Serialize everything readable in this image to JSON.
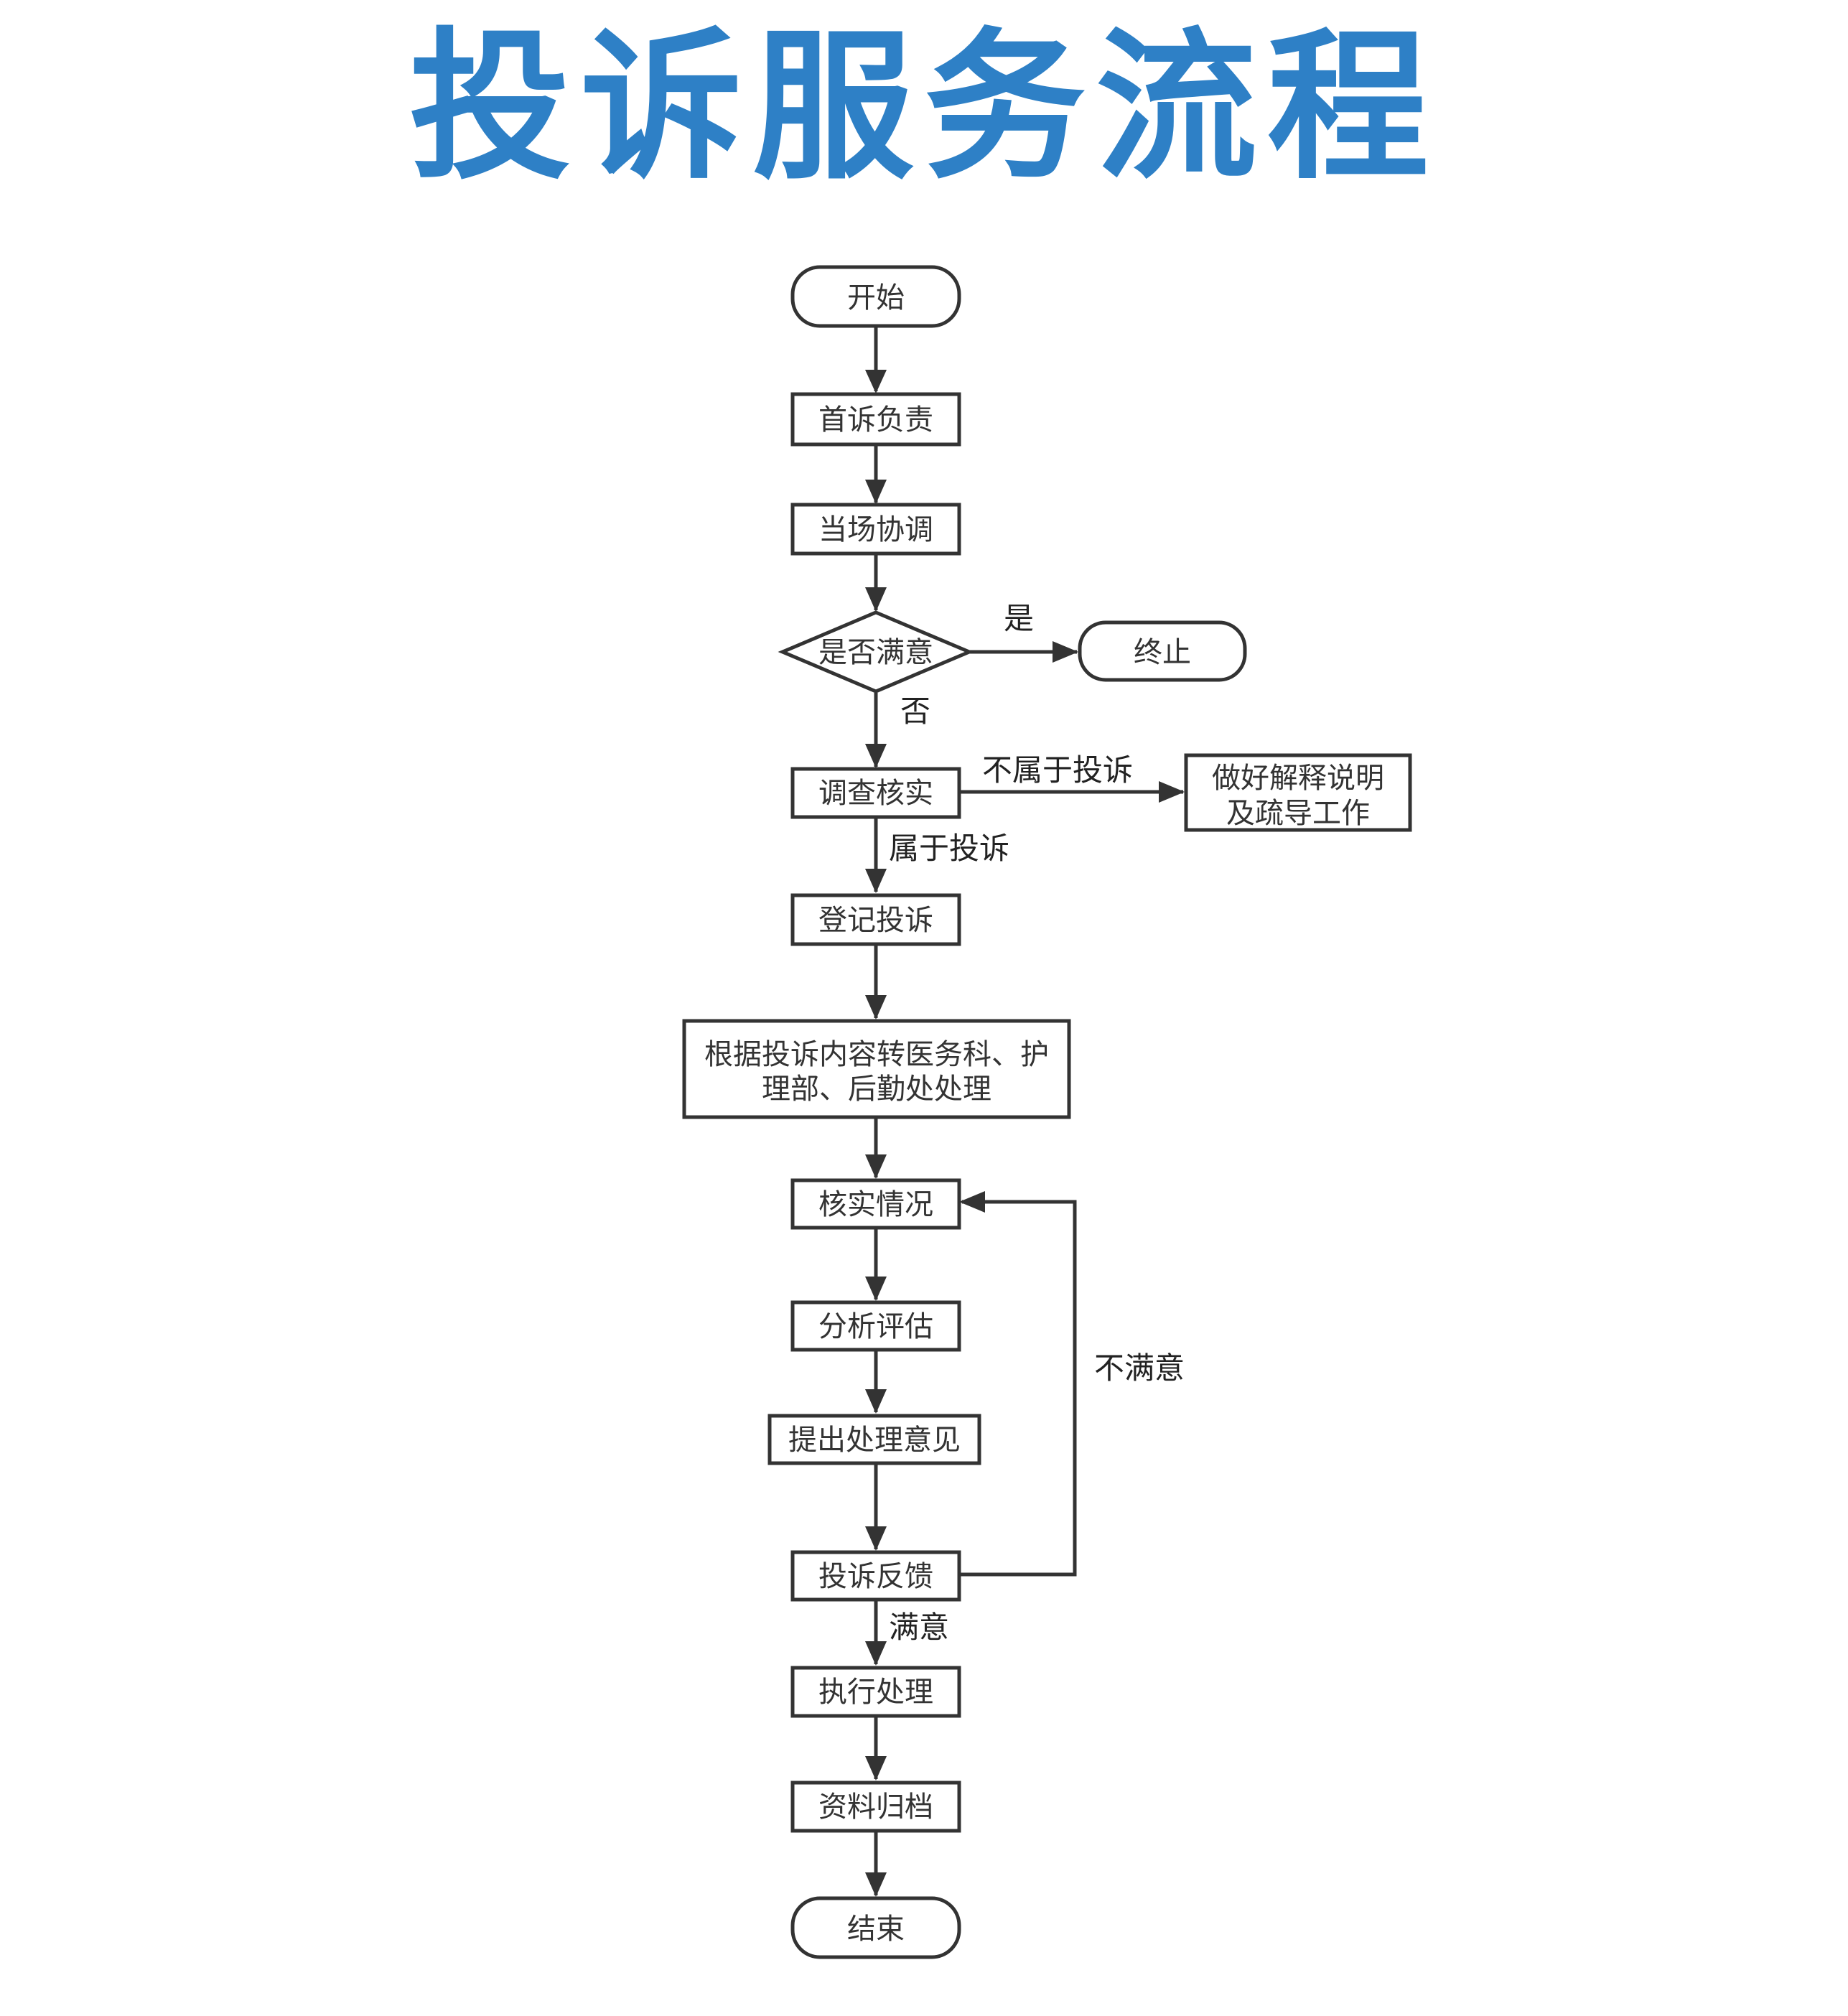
{
  "title": "投诉服务流程",
  "colors": {
    "title": "#2e80c6",
    "stroke": "#333333"
  },
  "nodes": {
    "start": "开始",
    "first_responsible": "首诉负责",
    "onsite_mediation": "当场协调",
    "satisfied_question": "是否满意",
    "terminate": "终止",
    "investigate": "调查核实",
    "explain_line1": "做好解释说明",
    "explain_line2": "及疏导工作",
    "register": "登记投诉",
    "forward_line1": "根据投诉内容转医务科、护",
    "forward_line2": "理部、后勤处处理",
    "verify": "核实情况",
    "analyze": "分析评估",
    "propose": "提出处理意见",
    "feedback": "投诉反馈",
    "execute": "执行处理",
    "archive": "资料归档",
    "end": "结束"
  },
  "edges": {
    "yes": "是",
    "no": "否",
    "not_complaint": "不属于投诉",
    "is_complaint": "属于投诉",
    "dissatisfied": "不满意",
    "satisfied": "满意"
  }
}
